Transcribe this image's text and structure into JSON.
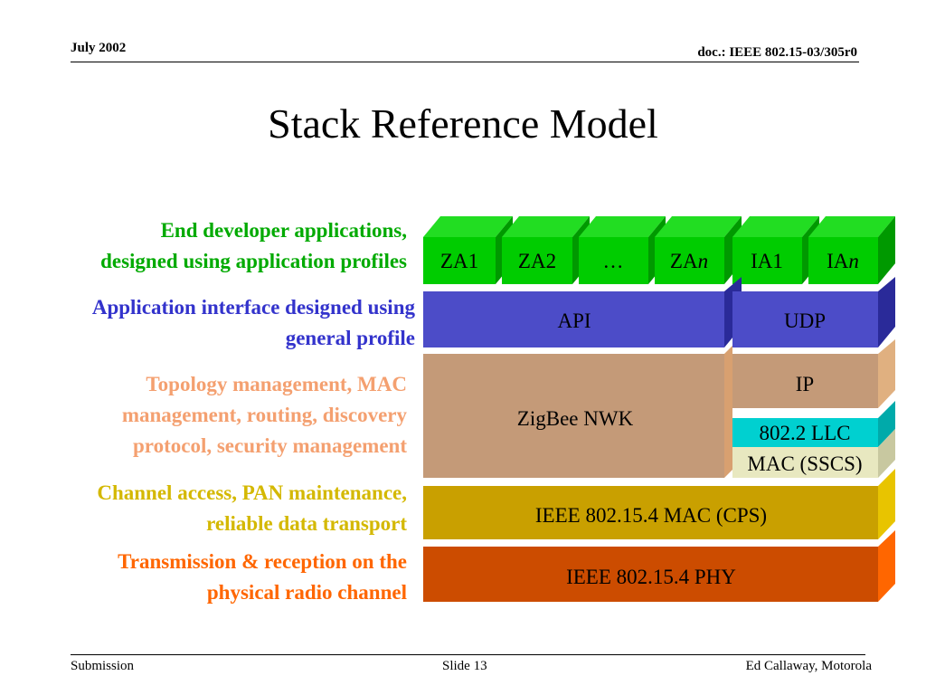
{
  "header": {
    "date": "July 2002",
    "doc": "doc.: IEEE 802.15-03/305r0"
  },
  "title": "Stack Reference Model",
  "labels": {
    "apps_line1": "End developer applications,",
    "apps_line2": "designed using application profiles",
    "api_line1": "Application interface designed using",
    "api_line2": "general profile",
    "nwk_line1": "Topology management, MAC",
    "nwk_line2": "management, routing, discovery",
    "nwk_line3": "protocol, security management",
    "mac_line1": "Channel access, PAN maintenance,",
    "mac_line2": "reliable data transport",
    "phy_line1": "Transmission & reception on the",
    "phy_line2": "physical radio channel"
  },
  "colors": {
    "apps_label": "#00aa00",
    "api_label": "#3333cc",
    "nwk_label": "#f4a070",
    "mac_label": "#d4b800",
    "phy_label": "#ff6600"
  },
  "blocks": {
    "apps": [
      {
        "base": "ZA1",
        "italic": ""
      },
      {
        "base": "ZA2",
        "italic": ""
      },
      {
        "base": "…",
        "italic": ""
      },
      {
        "base": "ZA",
        "italic": "n"
      },
      {
        "base": "IA1",
        "italic": ""
      },
      {
        "base": "IA",
        "italic": "n"
      }
    ],
    "api": "API",
    "udp": "UDP",
    "zigbee_nwk": "ZigBee NWK",
    "ip": "IP",
    "llc": "802.2 LLC",
    "sscs": "MAC (SSCS)",
    "mac": "IEEE 802.15.4 MAC (CPS)",
    "phy": "IEEE 802.15.4 PHY"
  },
  "footer": {
    "left": "Submission",
    "center": "Slide 13",
    "right": "Ed Callaway, Motorola"
  }
}
